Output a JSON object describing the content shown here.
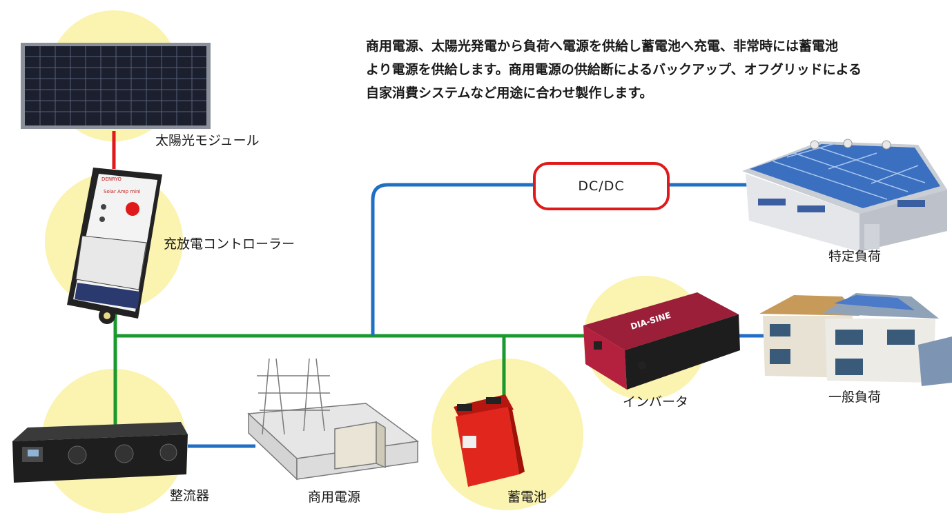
{
  "description": {
    "lines": [
      "商用電源、太陽光発電から負荷へ電源を供給し蓄電池へ充電、非常時には蓄電池",
      "より電源を供給します。商用電源の供給断によるバックアップ、オフグリッドによる",
      "自家消費システムなど用途に合わせ製作します。"
    ]
  },
  "nodes": {
    "solar_module": "太陽光モジュール",
    "charge_controller": "充放電コントローラー",
    "rectifier": "整流器",
    "commercial_power": "商用電源",
    "battery": "蓄電池",
    "inverter": "インバータ",
    "dcdc": "DC/DC",
    "specific_load": "特定負荷",
    "general_load": "一般負荷"
  },
  "device_marks": {
    "controller_brand": "DENRYO",
    "controller_model": "Solar Amp mini",
    "inverter_brand": "DIA-SINE"
  },
  "colors": {
    "dc_bus_line": "#1a9a2e",
    "dc_branch_line": "#1f6fc4",
    "pv_link_line": "#e01a1a",
    "highlight_circle": "#fbf3b0",
    "dcdc_border": "#e01a1a"
  }
}
